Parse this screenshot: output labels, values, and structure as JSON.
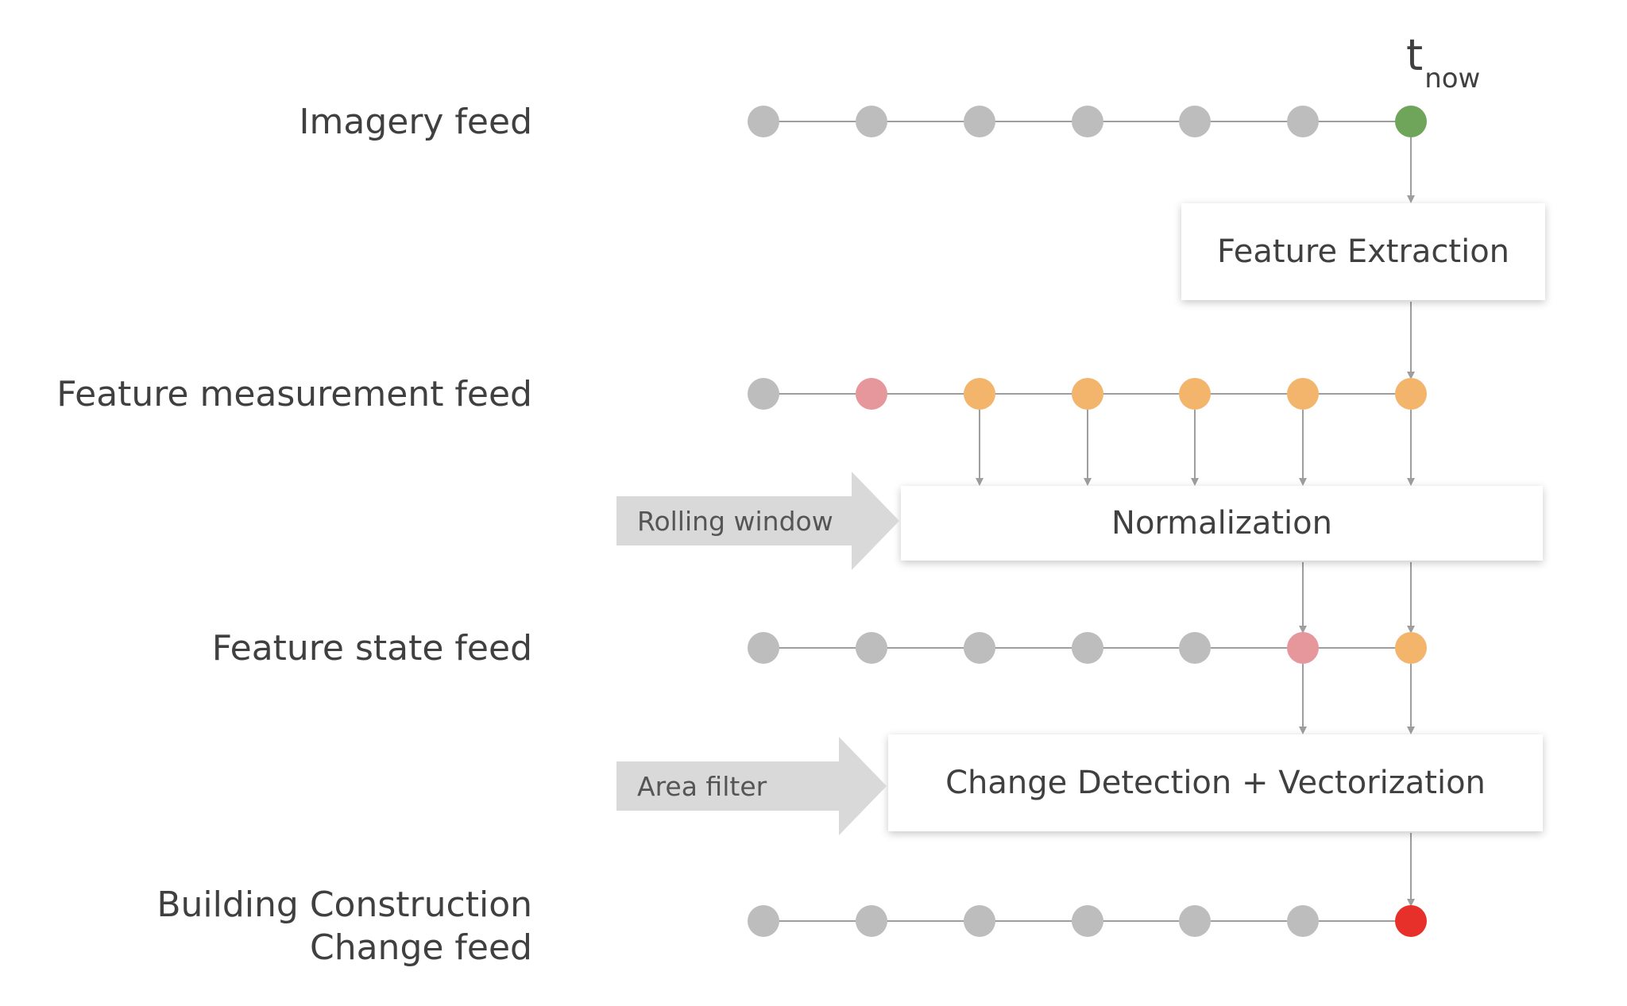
{
  "time_marker": {
    "t": "t",
    "sub": "now"
  },
  "feeds": [
    {
      "label": "Imagery feed",
      "nodes": [
        "gray",
        "gray",
        "gray",
        "gray",
        "gray",
        "gray",
        "green"
      ]
    },
    {
      "label": "Feature measurement feed",
      "nodes": [
        "gray",
        "pink",
        "orange",
        "orange",
        "orange",
        "orange",
        "orange"
      ]
    },
    {
      "label": "Feature state feed",
      "nodes": [
        "gray",
        "gray",
        "gray",
        "gray",
        "gray",
        "pink",
        "orange"
      ]
    },
    {
      "label": "Building Construction\nChange feed",
      "label_lines": [
        "Building Construction",
        "Change feed"
      ],
      "nodes": [
        "gray",
        "gray",
        "gray",
        "gray",
        "gray",
        "gray",
        "red"
      ]
    }
  ],
  "processes": {
    "feature_extraction": "Feature Extraction",
    "normalization": "Normalization",
    "change_detection": "Change Detection + Vectorization"
  },
  "inputs": {
    "rolling_window": "Rolling window",
    "area_filter": "Area filter"
  },
  "colors": {
    "gray": "#bdbdbd",
    "pink": "#e5979b",
    "orange": "#f2b56b",
    "green": "#6fa55a",
    "red": "#e8302a",
    "line": "#9e9e9e"
  }
}
